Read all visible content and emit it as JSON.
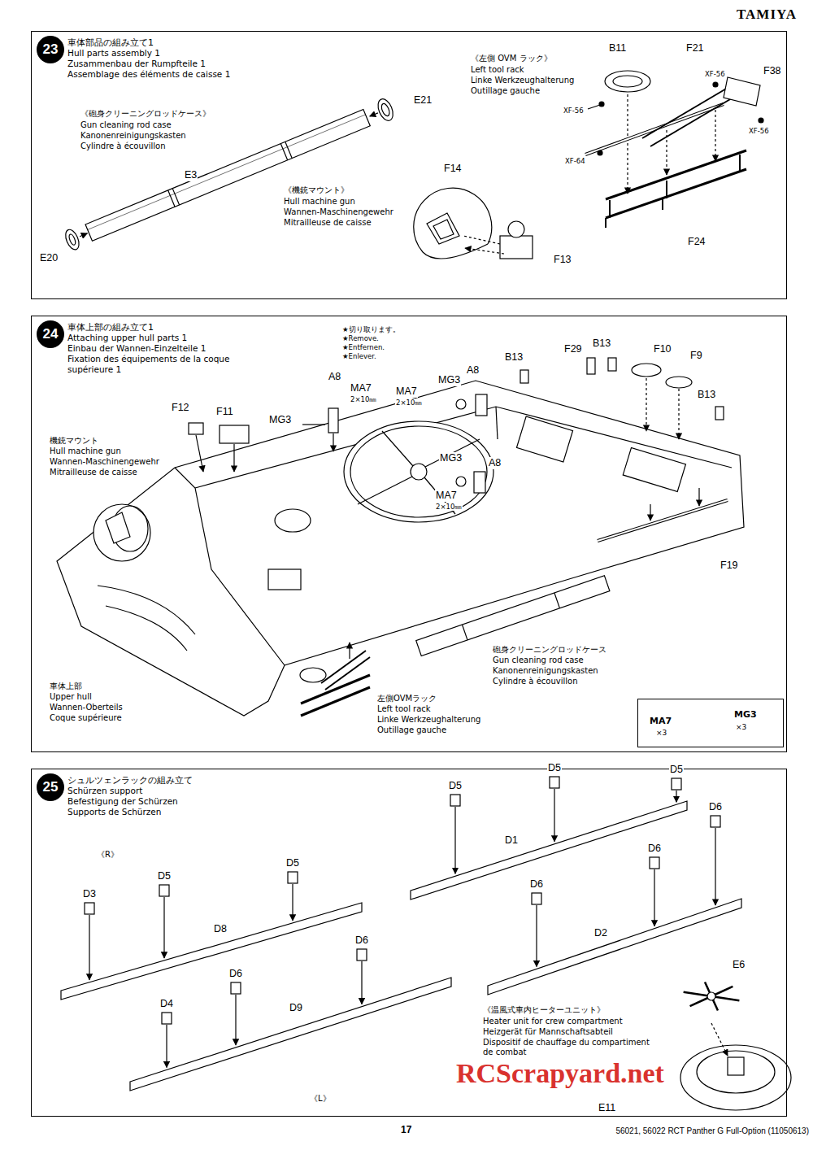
{
  "diagram": {
    "nodes": [
      {
        "text": [
          "車体部品の組み立て1",
          "Hull parts assembly 1",
          "Zusammenbau der Rumpfteile 1",
          "Assemblage des éléments de caisse 1"
        ]
      },
      {
        "text": [
          "23"
        ],
        "in": 0
      },
      {
        "text": [
          "車体上部の組み立て1",
          "Attaching upper hull parts 1",
          "Einbau der Wannen-Einzelteile 1",
          "Fixation des équipements de la coque supérieure 1"
        ]
      },
      {
        "text": [
          "24"
        ],
        "in": 2
      },
      {
        "text": [
          "MA7",
          "×3",
          "MG3",
          "×3"
        ],
        "in": 2
      },
      {
        "text": [
          "シュルツェンラックの組み立て",
          "Schürzen support",
          "Befestigung der Schürzen",
          "Supports de Schürzen"
        ]
      },
      {
        "text": [
          "25"
        ],
        "in": 5
      }
    ],
    "labels": [
      "TAMIYA",
      "《砲身クリーニングロッドケース》",
      "Gun cleaning rod case",
      "Kanonenreinigungskasten",
      "Cylindre à écouvillon",
      "E3",
      "E21",
      "E20",
      "《機銃マウント》",
      "Hull machine gun",
      "Wannen-Maschinengewehr",
      "Mitrailleuse de caisse",
      "F14",
      "F13",
      "《左側 OVM ラック》",
      "Left tool rack",
      "Linke Werkzeughalterung",
      "Outillage gauche",
      "B11",
      "F21",
      "F38",
      "XF-56",
      "XF-56",
      "XF-56",
      "XF-64",
      "F24",
      "★切り取ります。",
      "★Remove.",
      "★Entfernen.",
      "★Enlever.",
      "A8",
      "MA7",
      "2×10㎜",
      "MG3",
      "MG3",
      "MA7",
      "2×10㎜",
      "A8",
      "MG3",
      "A8",
      "MA7",
      "2×10㎜",
      "B13",
      "F29",
      "B13",
      "F10",
      "F9",
      "B13",
      "F12",
      "F11",
      "F19",
      "機銃マウント",
      "Hull machine gun",
      "Wannen-Maschinengewehr",
      "Mitrailleuse de caisse",
      "車体上部",
      "Upper hull",
      "Wannen-Oberteils",
      "Coque supérieure",
      "砲身クリーニングロッドケース",
      "Gun cleaning rod case",
      "Kanonenreinigungskasten",
      "Cylindre à écouvillon",
      "左側OVMラック",
      "Left tool rack",
      "Linke Werkzeughalterung",
      "Outillage gauche",
      "《R》",
      "《L》",
      "D5",
      "D5",
      "D5",
      "D5",
      "D5",
      "D3",
      "D1",
      "D8",
      "D6",
      "D6",
      "D6",
      "D6",
      "D6",
      "D2",
      "D4",
      "D9",
      "E6",
      "E11",
      "《温風式車内ヒーターユニット》",
      "Heater unit for crew compartment",
      "Heizgerät für Mannschaftsabteil",
      "Dispositif de chauffage du compartiment de combat",
      "17",
      "56021, 56022 RCT Panther G Full-Option (11050613)",
      "RCScrapyard.net"
    ]
  }
}
